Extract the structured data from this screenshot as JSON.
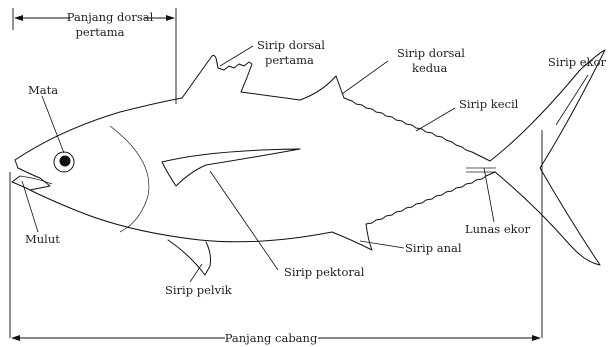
{
  "labels": {
    "panjang_dorsal_1": "Panjang dorsal",
    "panjang_dorsal_2": "pertama",
    "sirip_dorsal_pertama_1": "Sirip dorsal",
    "sirip_dorsal_pertama_2": "pertama",
    "sirip_dorsal_kedua_1": "Sirip dorsal",
    "sirip_dorsal_kedua_2": "kedua",
    "sirip_ekor": "Sirip ekor",
    "mata": "Mata",
    "sirip_kecil": "Sirip kecil",
    "lunas_ekor": "Lunas ekor",
    "mulut": "Mulut",
    "sirip_anal": "Sirip anal",
    "sirip_pektoral": "Sirip pektoral",
    "sirip_pelvik": "Sirip pelvik",
    "panjang_cabang": "Panjang cabang"
  }
}
